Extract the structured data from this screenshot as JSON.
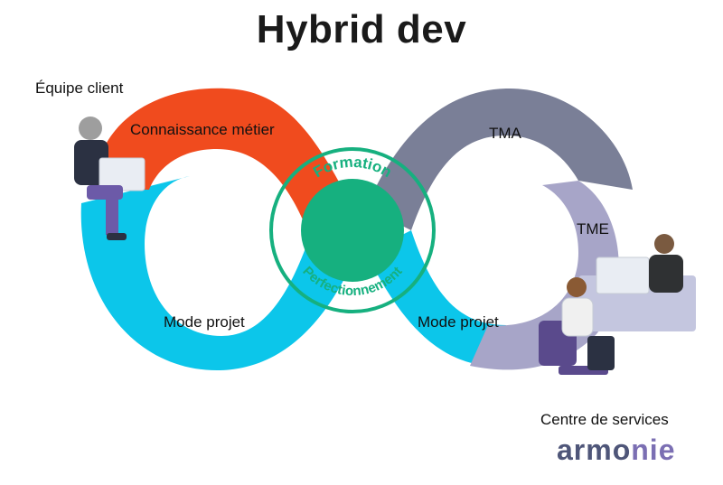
{
  "title": "Hybrid dev",
  "labels": {
    "client_team": "Équipe client",
    "business_knowledge": "Connaissance métier",
    "tma": "TMA",
    "tme": "TME",
    "project_mode_left": "Mode projet",
    "project_mode_right": "Mode projet",
    "service_center": "Centre de services"
  },
  "center": {
    "top_arc": "Formation",
    "bottom_arc": "Perfectionnement"
  },
  "logo": {
    "text_part1": "armo",
    "text_part2": "nie"
  },
  "colors": {
    "orange": "#f04b1e",
    "cyan": "#0cc6ea",
    "slate": "#7a7f97",
    "lavender": "#a7a5c8",
    "green": "#16b07f",
    "logo": "#4f5679"
  },
  "icons": [
    "client-person-icon",
    "service-team-icon"
  ]
}
